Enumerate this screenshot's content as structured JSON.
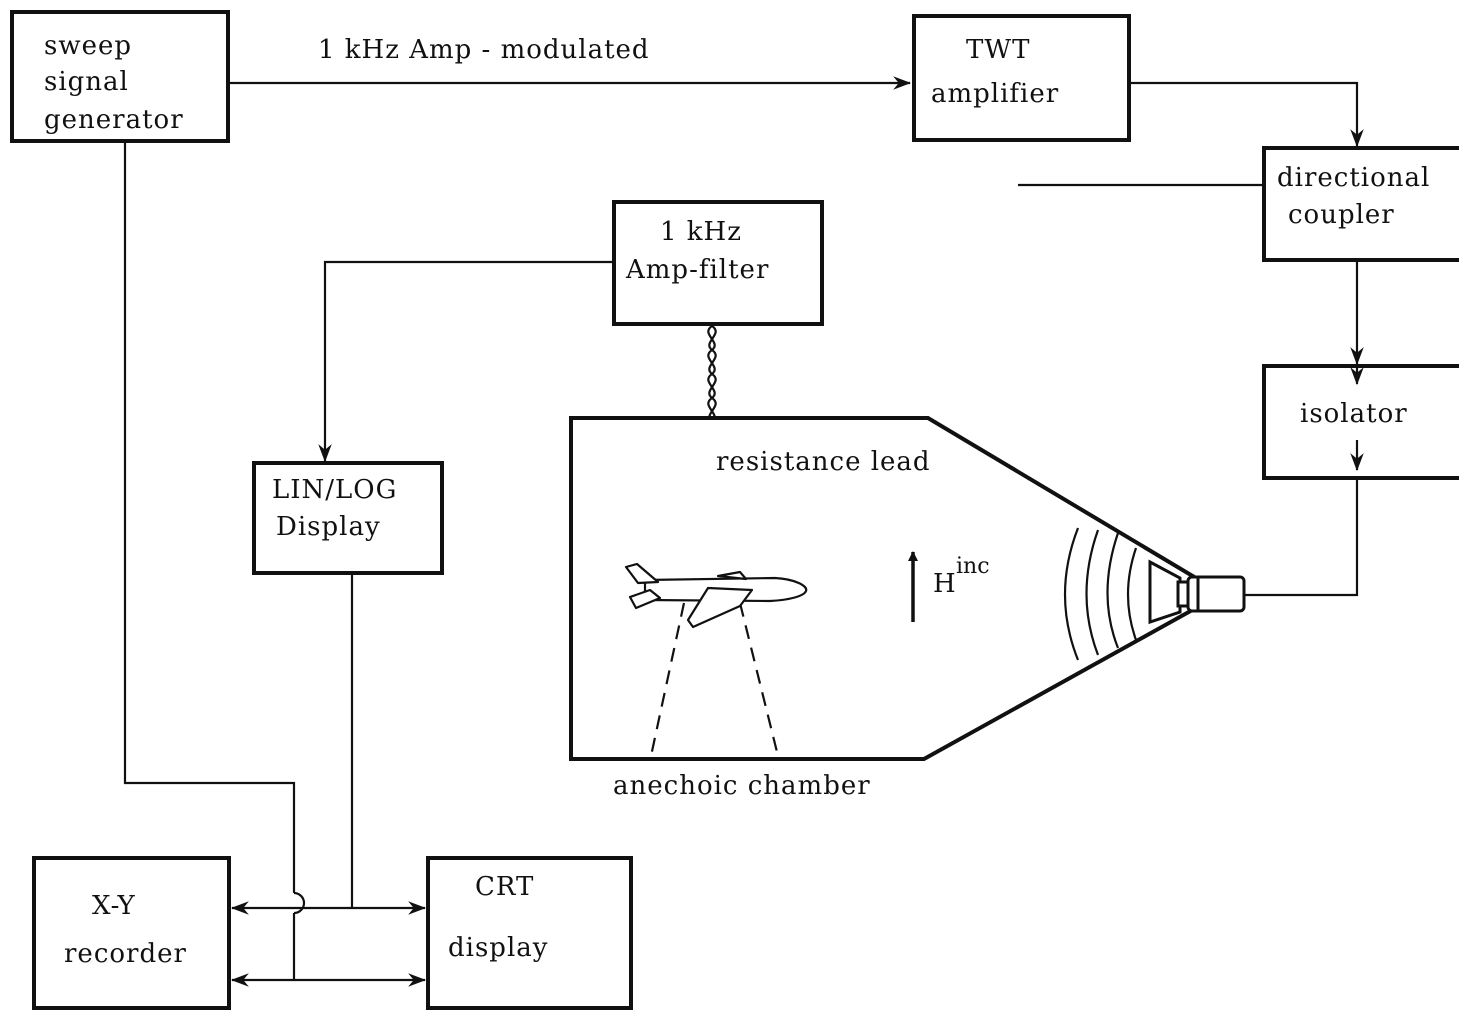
{
  "diagram": {
    "sweep_generator": [
      "sweep",
      "signal",
      "generator"
    ],
    "modulation_label": "1 kHz Amp - modulated",
    "twt_amplifier": [
      "TWT",
      "amplifier"
    ],
    "directional_coupler": [
      "directional",
      "coupler"
    ],
    "isolator": "isolator",
    "amp_filter": [
      "1 kHz",
      "Amp-filter"
    ],
    "display": [
      "LIN/LOG",
      "Display"
    ],
    "resistance_lead": "resistance lead",
    "h_field": "H",
    "h_field_sup": "inc",
    "chamber_label": "anechoic chamber",
    "xy_recorder": [
      "X-Y",
      "recorder"
    ],
    "crt_display": [
      "CRT",
      "display"
    ]
  }
}
